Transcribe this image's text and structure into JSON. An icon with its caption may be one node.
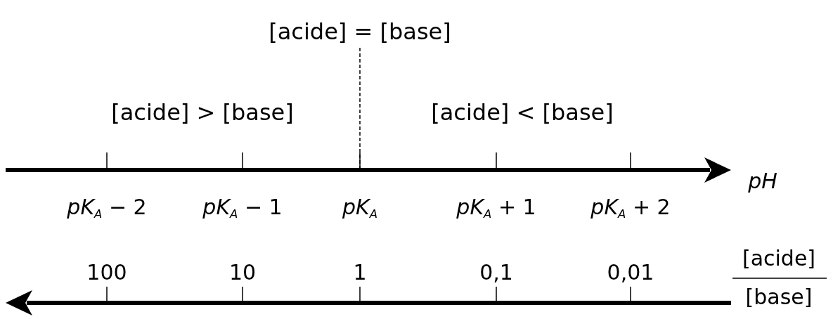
{
  "diagram": {
    "labels": [
      "[acide] = [base]",
      "[acide] > [base]",
      "[acide] < [base]",
      "pH",
      "*pK*$_{A}$ − 2",
      "*pK*$_{A}$ − 1",
      "*pK*$_{A}$",
      "*pK*$_{A}$ + 1",
      "*pK*$_{A}$ + 2",
      "[acide]",
      "100",
      "10",
      "1",
      "0,1",
      "0,01",
      "[base]"
    ]
  }
}
